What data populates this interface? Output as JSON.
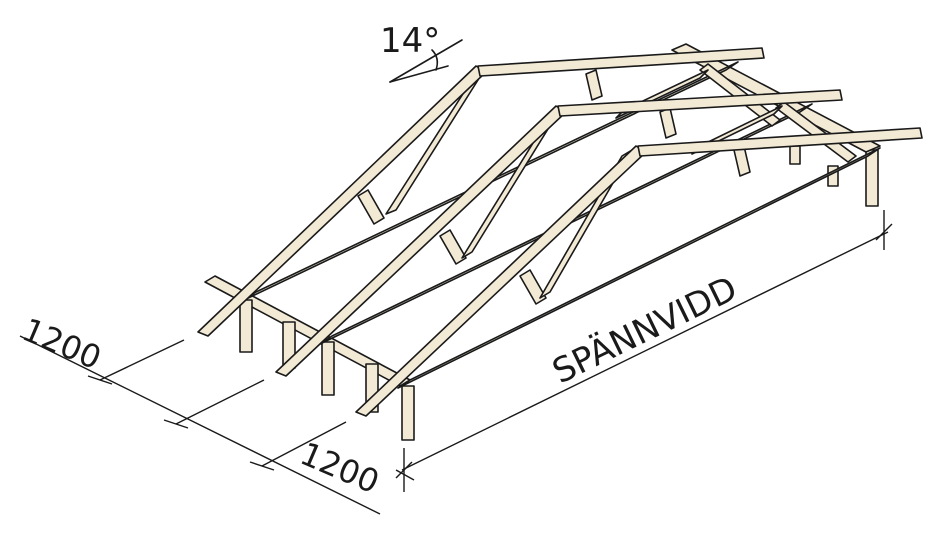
{
  "diagram": {
    "angle_label": "14°",
    "spacing_label_left": "1200",
    "spacing_label_right": "1200",
    "span_label": "SPÄNNVIDD"
  }
}
